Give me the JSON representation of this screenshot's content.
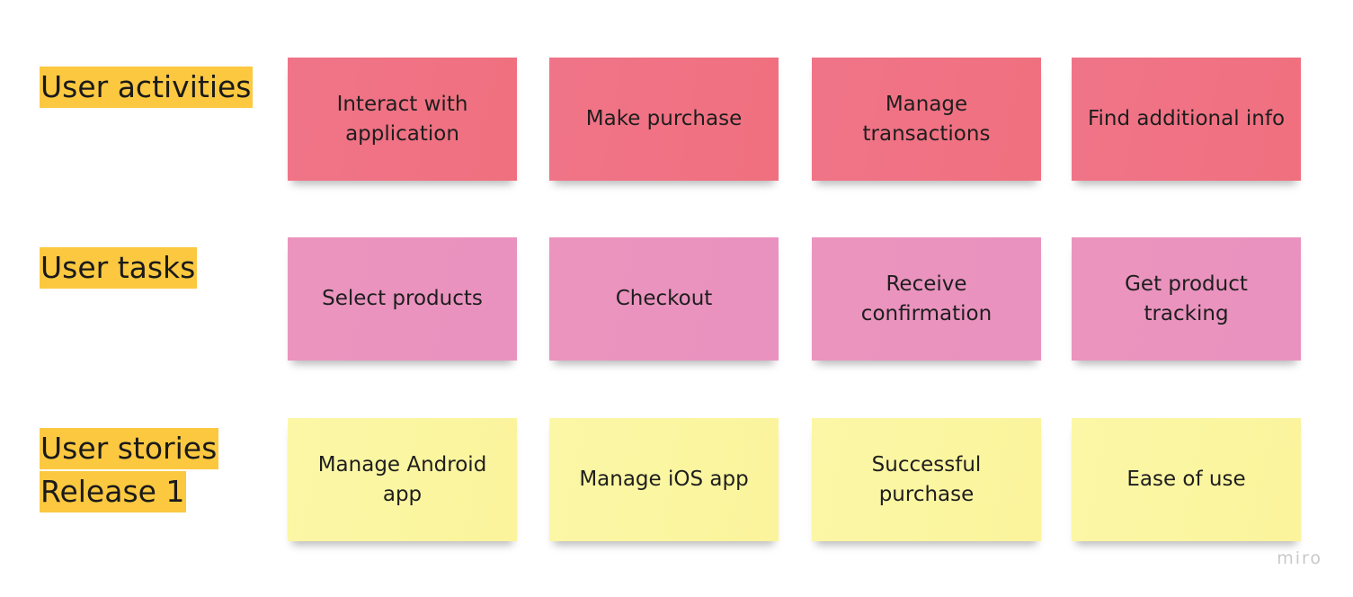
{
  "rows": [
    {
      "label": "User activities",
      "color": "#f07488",
      "notes": [
        "Interact with application",
        "Make purchase",
        "Manage transactions",
        "Find additional info"
      ]
    },
    {
      "label": "User tasks",
      "color": "#ea94be",
      "notes": [
        "Select products",
        "Checkout",
        "Receive confirmation",
        "Get product tracking"
      ]
    },
    {
      "label_lines": [
        "User stories",
        "Release 1"
      ],
      "color": "#fbf7a6",
      "notes": [
        "Manage Android app",
        "Manage iOS app",
        "Successful purchase",
        "Ease of use"
      ]
    }
  ],
  "label_highlight_color": "#fbc840",
  "watermark": "miro"
}
